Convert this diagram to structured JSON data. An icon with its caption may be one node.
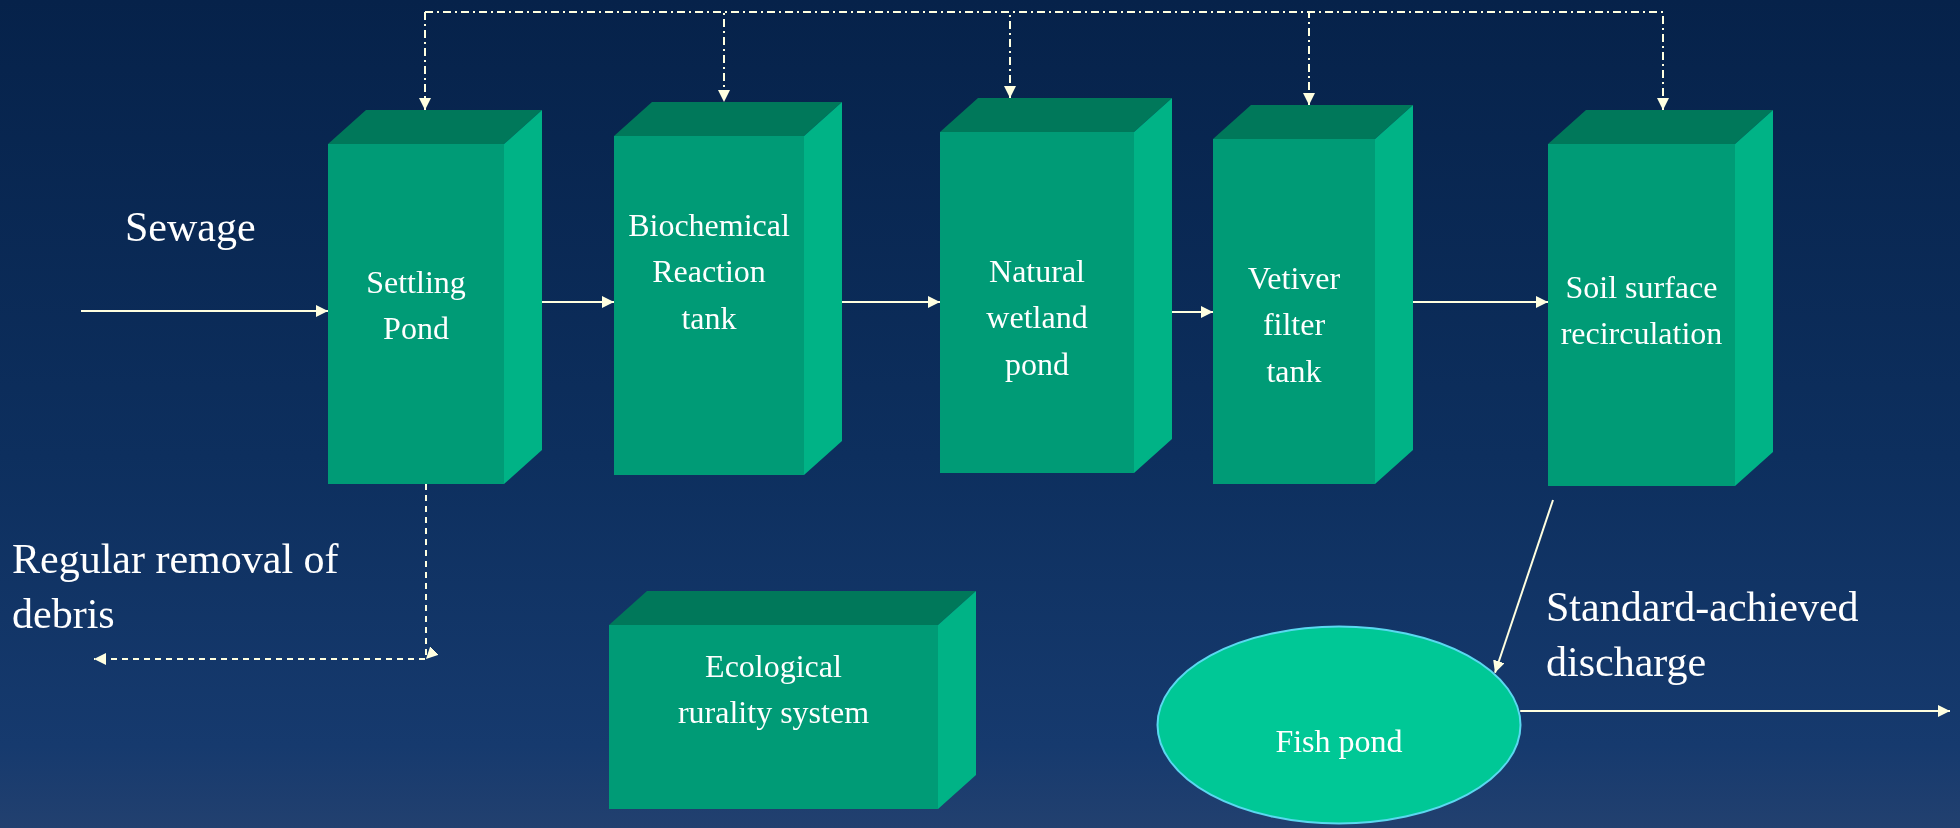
{
  "diagram": {
    "nodes": [
      {
        "text": [
          "Settling Pond"
        ]
      },
      {
        "text": [
          "Biochemical Reaction tank"
        ]
      },
      {
        "text": [
          "Natural wetland pond"
        ]
      },
      {
        "text": [
          "Vetiver filter tank"
        ]
      },
      {
        "text": [
          "Soil surface recirculation"
        ]
      },
      {
        "text": [
          "Ecological rurality system"
        ]
      },
      {
        "text": [
          "Fish pond"
        ]
      }
    ],
    "edges": [
      {
        "from": null,
        "to": 0,
        "arrow": "to",
        "label": "Sewage"
      },
      {
        "from": 0,
        "to": 1,
        "arrow": "to"
      },
      {
        "from": 1,
        "to": 2,
        "arrow": "to"
      },
      {
        "from": 2,
        "to": 3,
        "arrow": "to"
      },
      {
        "from": 3,
        "to": 4,
        "arrow": "to"
      },
      {
        "from": 4,
        "to": 6,
        "arrow": "to"
      },
      {
        "from": 6,
        "to": null,
        "arrow": "to",
        "label": "Standard-achieved discharge"
      },
      {
        "from": 0,
        "to": null,
        "arrow": "to",
        "label": "Regular removal of debris",
        "style": "dashed"
      },
      {
        "from": null,
        "to": 0,
        "arrow": "to",
        "style": "dashed"
      },
      {
        "from": null,
        "to": 1,
        "arrow": "to",
        "style": "dashed"
      },
      {
        "from": null,
        "to": 2,
        "arrow": "to",
        "style": "dashed"
      },
      {
        "from": null,
        "to": 3,
        "arrow": "to",
        "style": "dashed"
      },
      {
        "from": null,
        "to": 4,
        "arrow": "to",
        "style": "dashed"
      }
    ]
  }
}
